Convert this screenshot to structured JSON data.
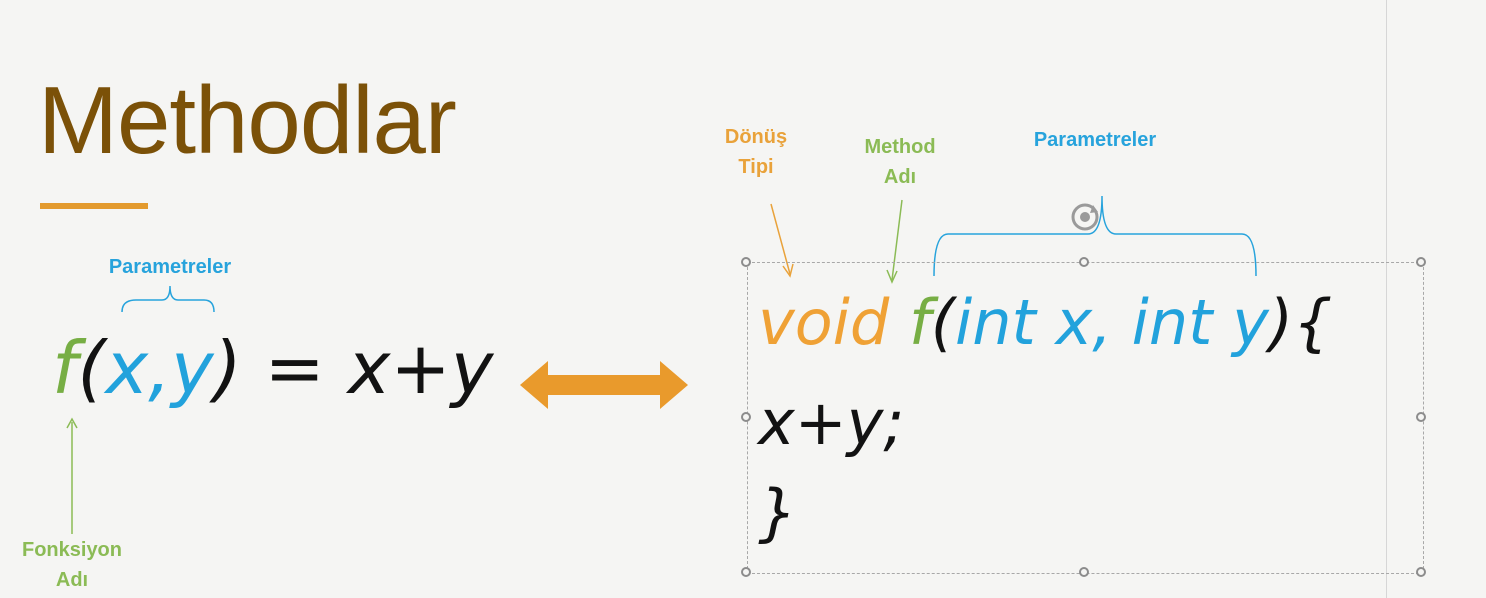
{
  "slide": {
    "title": "Methodlar",
    "left": {
      "params_label": "Parametreler",
      "func_label_line1": "Fonksiyon",
      "func_label_line2": "Adı",
      "formula": {
        "f": "f",
        "open": "(",
        "args": "x,y",
        "close": ")",
        "rest": " = x+y"
      }
    },
    "right": {
      "return_label_line1": "Dönüş",
      "return_label_line2": "Tipi",
      "method_label_line1": "Method",
      "method_label_line2": "Adı",
      "params_label": "Parametreler",
      "code": {
        "void": "void",
        "f": "f",
        "open": "(",
        "params": "int x, int y",
        "close": "){",
        "line2": "x+y;",
        "line3": "}"
      }
    },
    "colors": {
      "title": "#7b5108",
      "accent": "#e39a2d",
      "blue": "#22a2dc",
      "green": "#77ae44",
      "orange": "#efa135"
    },
    "icons": [
      "double-arrow-icon",
      "rotate-handle-icon"
    ]
  }
}
